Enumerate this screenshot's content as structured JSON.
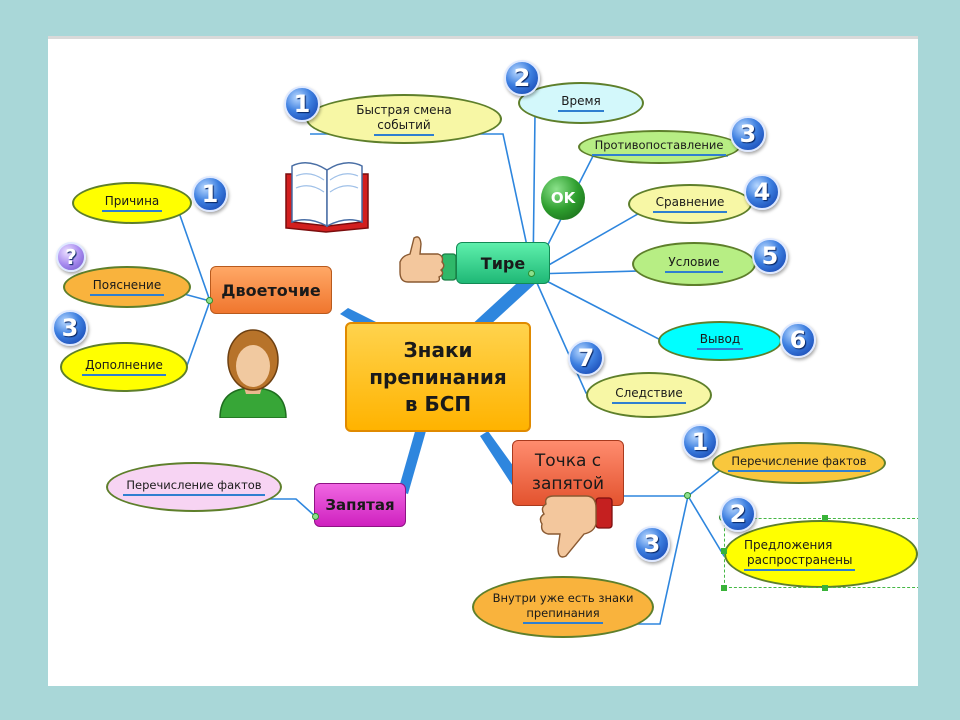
{
  "center": {
    "line1": "Знаки",
    "line2": "препинания",
    "line3": "в БСП"
  },
  "branches": {
    "dvoetochie": "Двоеточие",
    "tire": "Тире",
    "tochka_line1": "Точка с",
    "tochka_line2": "запятой",
    "zapyataya": "Запятая"
  },
  "dvoetochie_items": [
    "Причина",
    "Пояснение",
    "Дополнение"
  ],
  "tire_items": {
    "bystraya_line1": "Быстрая смена",
    "bystraya_line2": "событий",
    "vremya": "Время",
    "protivo": "Противопоставление",
    "sravnenie": "Сравнение",
    "uslovie": "Условие",
    "vyvod": "Вывод",
    "sledstvie": "Следствие"
  },
  "tochka_items": {
    "perechislenie": "Перечисление фактов",
    "predl_line1": "Предложения",
    "predl_line2": "распространены",
    "vnutri_line1": "Внутри уже есть знаки",
    "vnutri_line2": "препинания"
  },
  "zapyataya_items": {
    "perechislenie": "Перечисление фактов"
  },
  "badges": {
    "tire_1": "1",
    "tire_2": "2",
    "tire_3": "3",
    "tire_4": "4",
    "tire_5": "5",
    "tire_6": "6",
    "tire_7": "7",
    "dv_1": "1",
    "dv_q": "?",
    "dv_3": "3",
    "tz_1": "1",
    "tz_2": "2",
    "tz_3": "3",
    "ok": "OK"
  },
  "colors": {
    "center": "#ffc000",
    "dvoetochie": "#f58b3c",
    "tire": "#36cf8a",
    "tochka": "#f06a4a",
    "zapyataya": "#e23ed0",
    "oval_yellow": "#ffff00",
    "oval_light_yellow": "#f7f7a5",
    "oval_cyan": "#00ffff",
    "oval_light_cyan": "#d3f8fb",
    "oval_green": "#b7ee84",
    "oval_orange": "#f9b33d",
    "oval_pink": "#f7d4f3",
    "connector": "#2e86de",
    "badge_blue": "#2f6fd6"
  },
  "icons": [
    "book-icon",
    "thumbs-up-icon",
    "thumbs-down-icon",
    "person-avatar-icon",
    "ok-badge-icon",
    "number-badge-icon",
    "question-badge-icon"
  ]
}
